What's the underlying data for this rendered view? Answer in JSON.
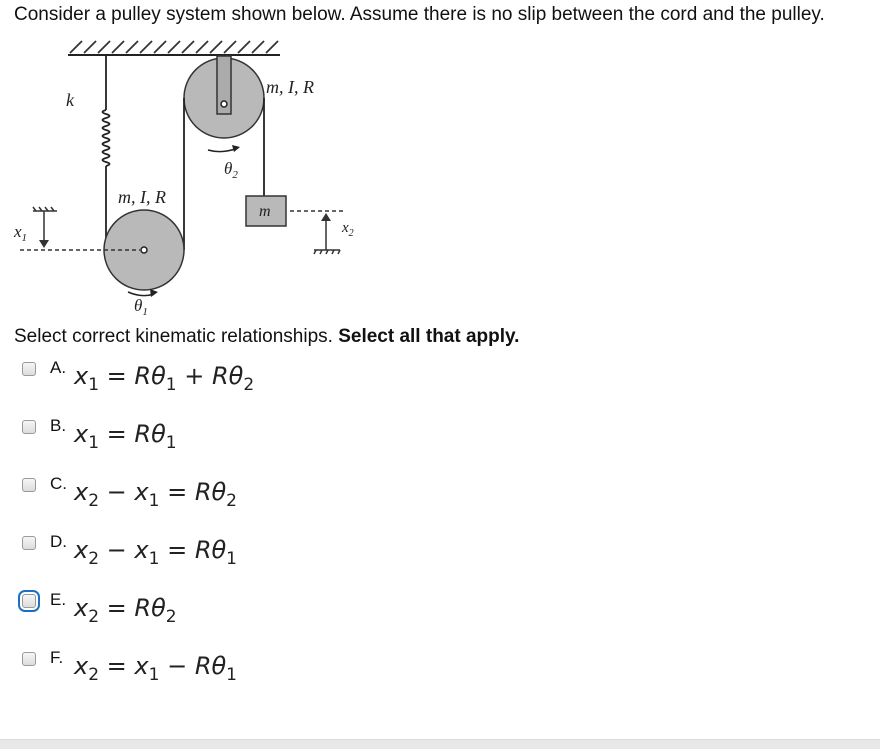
{
  "question": {
    "intro": "Consider a pulley system shown below. Assume there is no slip between the cord and the pulley.",
    "prompt_text": "Select correct kinematic relationships.",
    "prompt_emphasis": "Select all that apply."
  },
  "diagram": {
    "spring_label": "k",
    "upper_pulley_label": "m, I, R",
    "lower_pulley_label": "m, I, R",
    "block_label": "m",
    "theta2": "θ",
    "theta2_sub": "2",
    "theta1": "θ",
    "theta1_sub": "1",
    "x1": "x",
    "x1_sub": "1",
    "x2": "x",
    "x2_sub": "2"
  },
  "options": [
    {
      "letter": "A.",
      "checked": false,
      "focused": false
    },
    {
      "letter": "B.",
      "checked": false,
      "focused": false
    },
    {
      "letter": "C.",
      "checked": false,
      "focused": false
    },
    {
      "letter": "D.",
      "checked": false,
      "focused": false
    },
    {
      "letter": "E.",
      "checked": false,
      "focused": true
    },
    {
      "letter": "F.",
      "checked": false,
      "focused": false
    }
  ],
  "colors": {
    "pulley_fill": "#b9b9b9",
    "focus_outline": "#1c6fc4"
  }
}
